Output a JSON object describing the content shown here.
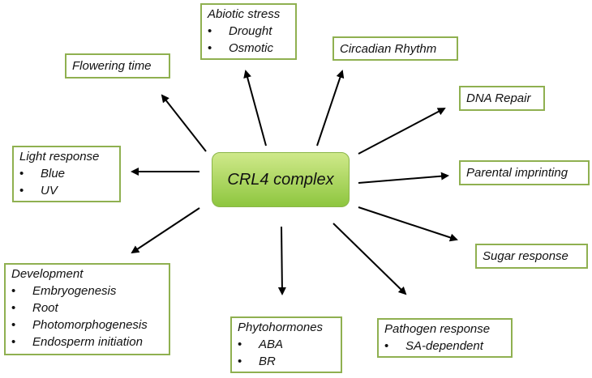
{
  "center": {
    "label": "CRL4 complex"
  },
  "nodes": {
    "abiotic_stress": {
      "title": "Abiotic stress",
      "items": [
        "Drought",
        "Osmotic"
      ]
    },
    "circadian_rhythm": {
      "title": "Circadian Rhythm"
    },
    "flowering_time": {
      "title": "Flowering time"
    },
    "dna_repair": {
      "title": "DNA Repair"
    },
    "light_response": {
      "title": "Light response",
      "items": [
        "Blue",
        "UV"
      ]
    },
    "parental_imprinting": {
      "title": "Parental imprinting"
    },
    "sugar_response": {
      "title": "Sugar response"
    },
    "development": {
      "title": "Development",
      "items": [
        "Embryogenesis",
        "Root",
        "Photomorphogenesis",
        "Endosperm initiation"
      ]
    },
    "phytohormones": {
      "title": "Phytohormones",
      "items": [
        "ABA",
        "BR"
      ]
    },
    "pathogen_response": {
      "title": "Pathogen response",
      "items": [
        "SA-dependent"
      ]
    }
  },
  "colors": {
    "box_border": "#8fb050",
    "center_fill_top": "#cfe98a",
    "center_fill_bottom": "#8ec63f",
    "arrow": "#000000"
  }
}
